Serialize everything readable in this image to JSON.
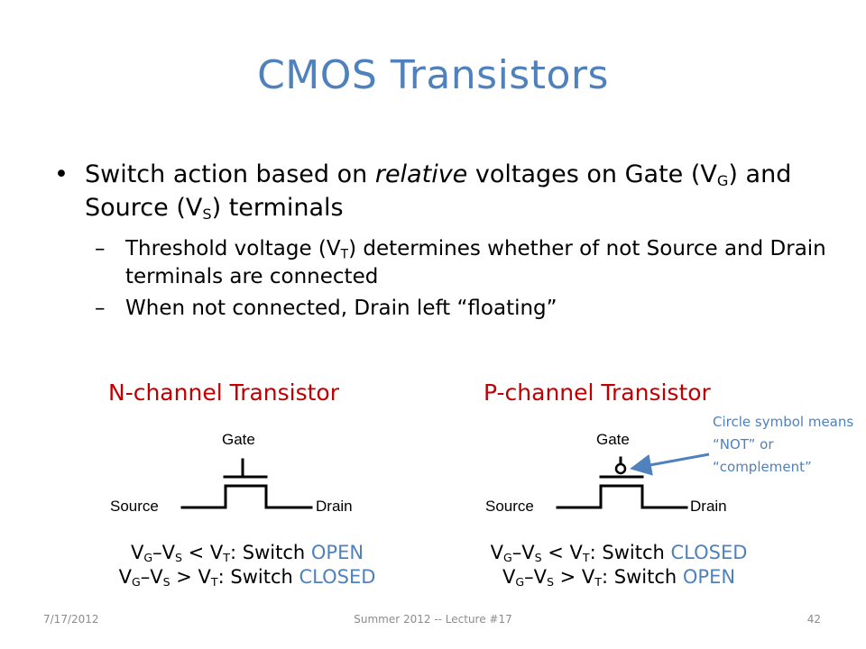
{
  "title": "CMOS Transistors",
  "bullets": {
    "b1": {
      "pre": "Switch action based on ",
      "em": "relative",
      "mid": " voltages on Gate (V",
      "sub1": "G",
      "mid2": ") and Source (V",
      "sub2": "S",
      "post": ") terminals"
    },
    "b2": {
      "pre": "Threshold voltage (V",
      "sub": "T",
      "post": ") determines whether of not Source and Drain terminals are connected"
    },
    "b3": {
      "text": "When not connected, Drain left “floating”"
    }
  },
  "nmos": {
    "title": "N-channel Transistor",
    "gate": "Gate",
    "source": "Source",
    "drain": "Drain",
    "cond1": {
      "result_label": "Switch ",
      "state": "OPEN"
    },
    "cond2": {
      "result_label": "Switch ",
      "state": "CLOSED"
    }
  },
  "pmos": {
    "title": "P-channel Transistor",
    "gate": "Gate",
    "source": "Source",
    "drain": "Drain",
    "cond1": {
      "result_label": "Switch ",
      "state": "CLOSED"
    },
    "cond2": {
      "result_label": "Switch ",
      "state": "OPEN"
    }
  },
  "formula": {
    "v": "V",
    "g": "G",
    "s": "S",
    "t": "T",
    "dash": "–",
    "lt": " < ",
    "gt": " > ",
    "colon": ":  "
  },
  "annotation": "Circle symbol means “NOT” or “complement”",
  "footer": {
    "date": "7/17/2012",
    "lecture": "Summer 2012 -- Lecture #17",
    "page": "42"
  },
  "colors": {
    "accent": "#4f81bd",
    "channel_title": "#c00000",
    "footer": "#8c8c8c"
  }
}
